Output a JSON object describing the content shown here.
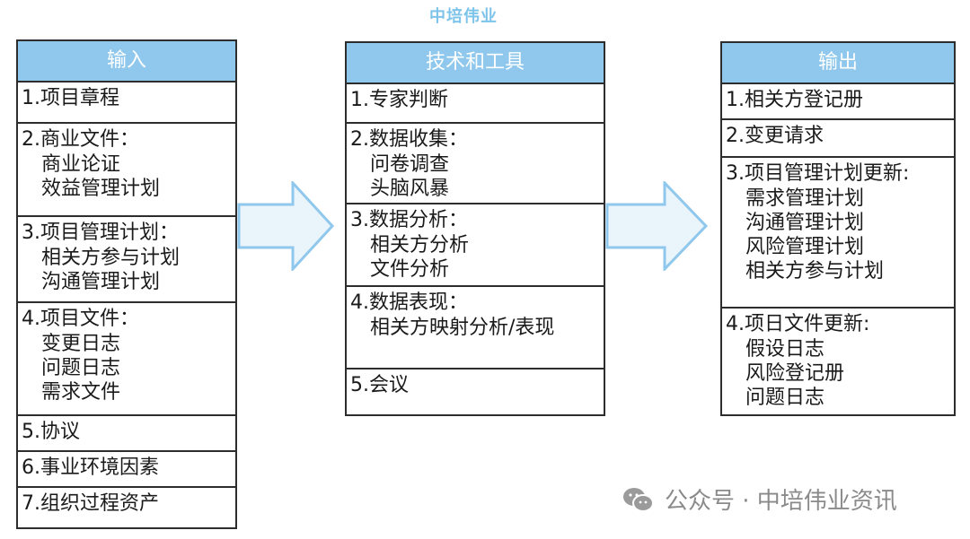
{
  "logo_text": "中培伟业",
  "input": {
    "header": "输入",
    "rows": [
      {
        "title": "1.项目章程",
        "subs": []
      },
      {
        "title": "2.商业文件：",
        "subs": [
          "商业论证",
          "效益管理计划"
        ]
      },
      {
        "title": "3.项目管理计划：",
        "subs": [
          "相关方参与计划",
          "沟通管理计划"
        ]
      },
      {
        "title": "4.项目文件：",
        "subs": [
          "变更日志",
          "问题日志",
          "需求文件"
        ]
      },
      {
        "title": "5.协议",
        "subs": []
      },
      {
        "title": "6.事业环境因素",
        "subs": []
      },
      {
        "title": "7.组织过程资产",
        "subs": []
      }
    ]
  },
  "tools": {
    "header": "技术和工具",
    "rows": [
      {
        "title": "1.专家判断",
        "subs": []
      },
      {
        "title": "2.数据收集：",
        "subs": [
          "问卷调查",
          "头脑风暴"
        ]
      },
      {
        "title": "3.数据分析：",
        "subs": [
          "相关方分析",
          "文件分析"
        ]
      },
      {
        "title": "4.数据表现：",
        "subs": [
          "相关方映射分析/表现"
        ]
      },
      {
        "title": "5.会议",
        "subs": []
      }
    ]
  },
  "output": {
    "header": "输出",
    "rows": [
      {
        "title": "1.相关方登记册",
        "subs": []
      },
      {
        "title": "2.变更请求",
        "subs": []
      },
      {
        "title": "3.项目管理计划更新:",
        "subs": [
          "需求管理计划",
          "沟通管理计划",
          "风险管理计划",
          "相关方参与计划"
        ]
      },
      {
        "title": "4.项日文件更新:",
        "subs": [
          "假设日志",
          "风险登记册",
          "问题日志"
        ]
      }
    ]
  },
  "watermark": "公众号 · 中培伟业资讯",
  "colors": {
    "header_fill": "#8fc8ec",
    "arrow_fill": "#eaf4fb",
    "arrow_stroke": "#8fc8ec"
  }
}
